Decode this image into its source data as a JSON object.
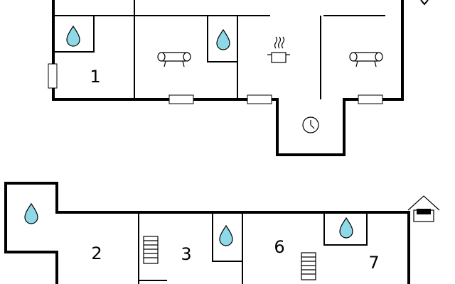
{
  "rooms": [
    {
      "id": "1",
      "label": "1"
    },
    {
      "id": "2",
      "label": "2"
    },
    {
      "id": "3",
      "label": "3"
    },
    {
      "id": "6",
      "label": "6"
    },
    {
      "id": "7",
      "label": "7"
    }
  ],
  "icons": {
    "bathroom": "water-drop-icon",
    "living": "sofa-icon",
    "kitchen": "cooking-pot-icon",
    "utility": "clock-icon",
    "stairs": "stairs-icon",
    "house": "house-icon"
  }
}
